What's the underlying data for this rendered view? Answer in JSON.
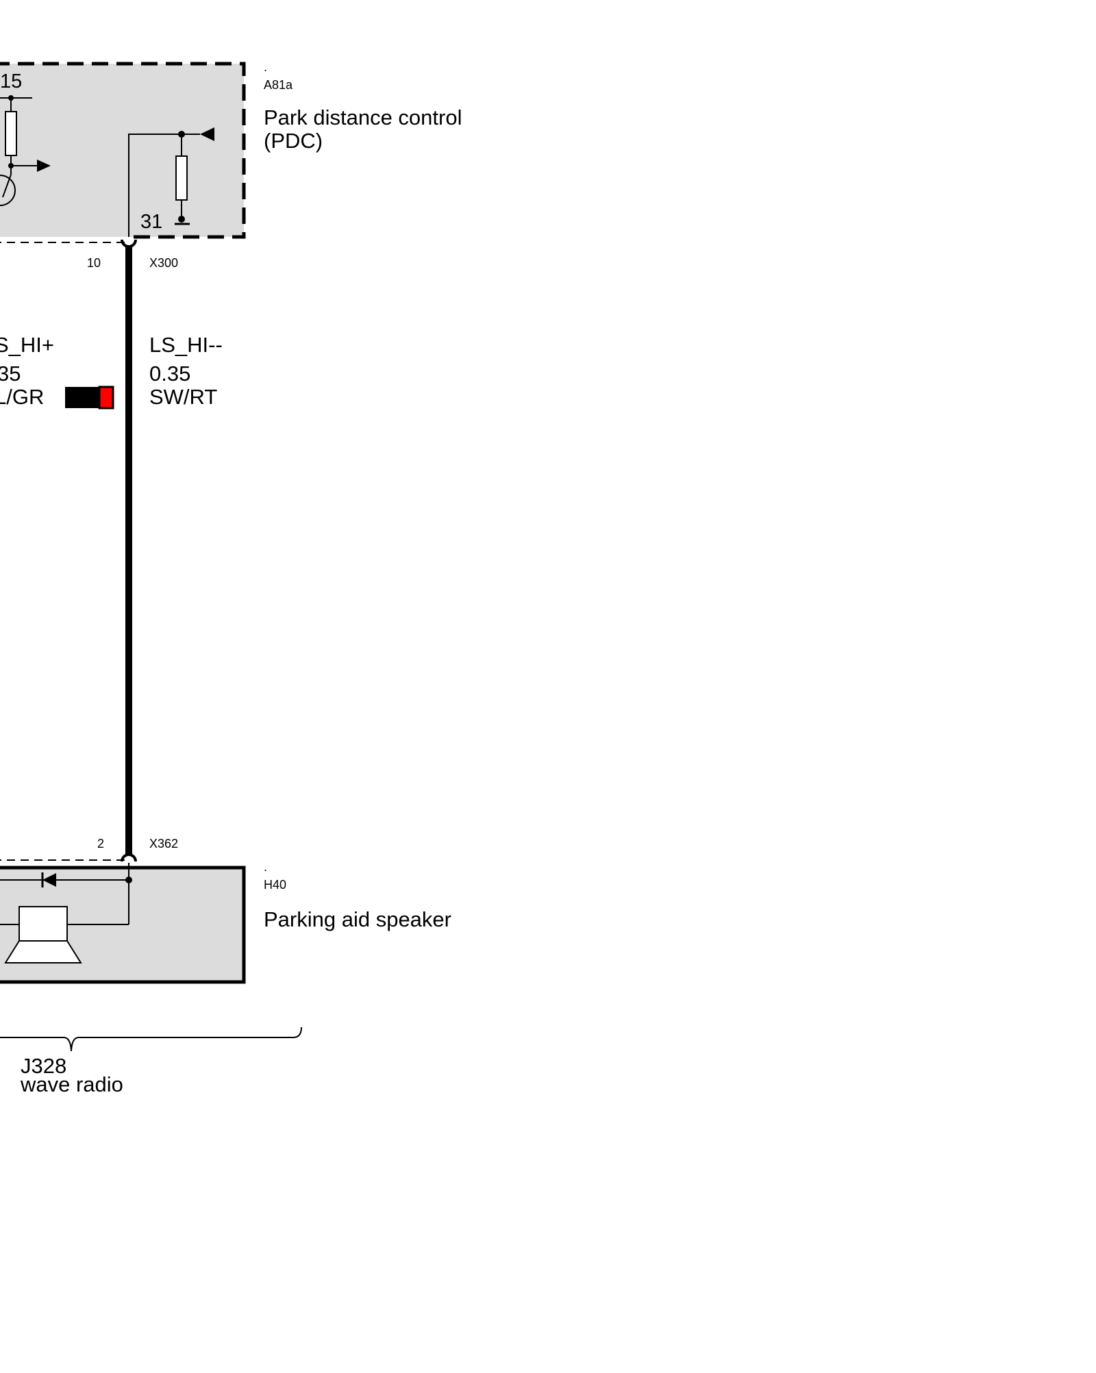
{
  "components": {
    "pdc": {
      "dot": ".",
      "ref": "A81a",
      "name_line1": "Park distance control",
      "name_line2": "(PDC)",
      "terminal_15": "15",
      "terminal_31": "31"
    },
    "speaker": {
      "dot": ".",
      "ref": "H40",
      "name": "Parking aid speaker"
    }
  },
  "connectors": {
    "top": {
      "pin": "10",
      "ref": "X300"
    },
    "bottom": {
      "pin": "2",
      "ref": "X362"
    }
  },
  "wires": {
    "left": {
      "signal": "S_HI+",
      "gauge": "35",
      "color": "L/GR"
    },
    "right": {
      "signal": "LS_HI--",
      "gauge": "0.35",
      "color": "SW/RT",
      "swatch": [
        "#000000",
        "#ff0000"
      ]
    }
  },
  "variant": {
    "code": "J328",
    "description": "wave radio"
  },
  "colors": {
    "module_fill": "#dcdcdc",
    "wire": "#000000"
  }
}
